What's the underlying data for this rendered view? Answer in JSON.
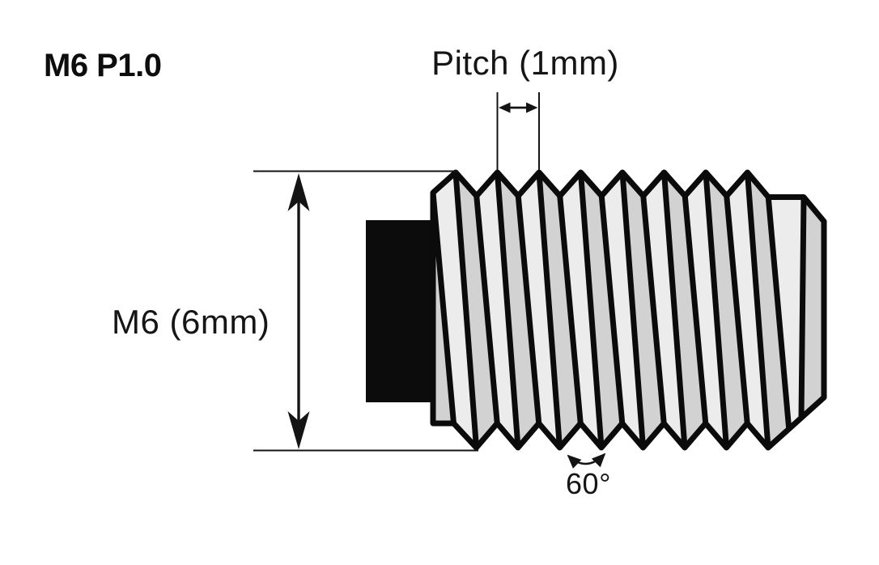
{
  "title": "M6 P1.0",
  "diagram": {
    "pitch_label": "Pitch (1mm)",
    "diameter_label": "M6 (6mm)",
    "angle_label": "60°",
    "colors": {
      "background": "#ffffff",
      "outline": "#0b0b0b",
      "thread_light": "#ececed",
      "thread_dark": "#d2d2d3",
      "end_face": "#d2d2d3",
      "shank": "#0c0c0c",
      "dimension": "#141414"
    }
  }
}
